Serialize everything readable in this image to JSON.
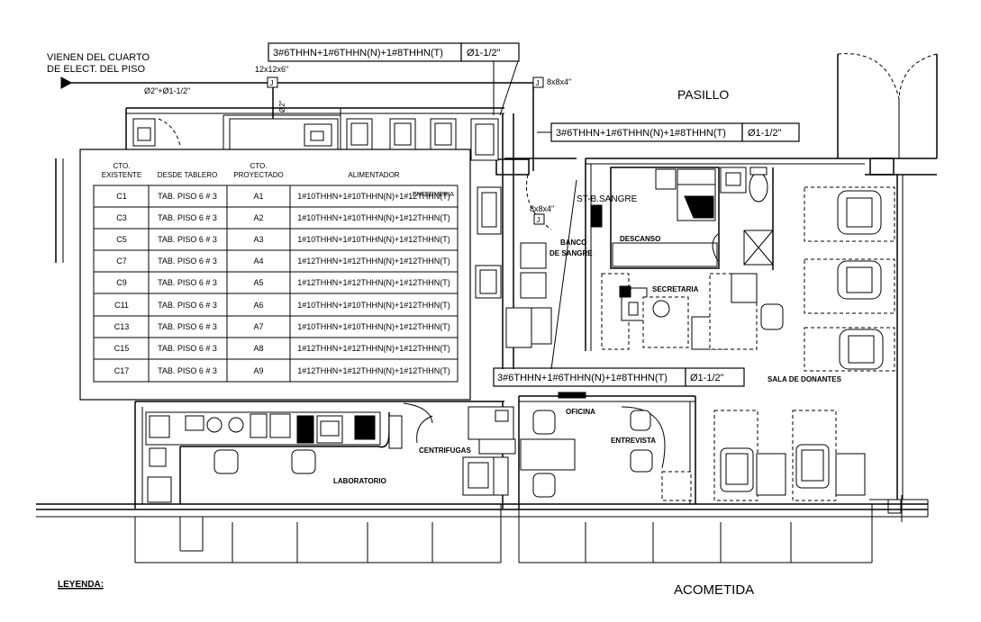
{
  "header": {
    "source_line1": "VIENEN DEL CUARTO",
    "source_line2": "DE ELECT. DEL PISO",
    "junction_size_top": "12x12x6\"",
    "conduit_top": "Ø2\"+Ø1-1/2\"",
    "conduit_vertical": "Ø2\"",
    "junction_size_right": "8x8x4\"",
    "junction_size_mid": "8x8x4\"",
    "junction_letter": "J"
  },
  "callouts": [
    {
      "cable": "3#6THHN+1#6THHN(N)+1#8THHN(T)",
      "conduit": "Ø1-1/2\""
    },
    {
      "cable": "3#6THHN+1#6THHN(N)+1#8THHN(T)",
      "conduit": "Ø1-1/2\""
    },
    {
      "cable": "3#6THHN+1#6THHN(N)+1#8THHN(T)",
      "conduit": "Ø1-1/2\""
    }
  ],
  "rooms": {
    "pasillo": "PASILLO",
    "st_banco": "ST-B.SANGRE",
    "banco_line1": "BANCO",
    "banco_line2": "DE SANGRE",
    "descanso": "DESCANSO",
    "secretaria": "SECRETARIA",
    "sala_donantes": "SALA DE DONANTES",
    "oficina": "OFICINA",
    "entrevista": "ENTREVISTA",
    "centrifugas": "CENTRIFUGAS",
    "laboratorio": "LABORATORIO",
    "enfermeria": "ENFERMERIA"
  },
  "table": {
    "headers": [
      {
        "line1": "CTO.",
        "line2": "EXISTENTE"
      },
      {
        "line1": "DESDE TABLERO",
        "line2": ""
      },
      {
        "line1": "CTO.",
        "line2": "PROYECTADO"
      },
      {
        "line1": "ALIMENTADOR",
        "line2": ""
      }
    ],
    "rows": [
      [
        "C1",
        "TAB. PISO 6 # 3",
        "A1",
        "1#10THHN+1#10THHN(N)+1#12THHN(T)"
      ],
      [
        "C3",
        "TAB. PISO 6 # 3",
        "A2",
        "1#10THHN+1#10THHN(N)+1#12THHN(T)"
      ],
      [
        "C5",
        "TAB. PISO 6 # 3",
        "A3",
        "1#10THHN+1#10THHN(N)+1#12THHN(T)"
      ],
      [
        "C7",
        "TAB. PISO 6 # 3",
        "A4",
        "1#12THHN+1#12THHN(N)+1#12THHN(T)"
      ],
      [
        "C9",
        "TAB. PISO 6 # 3",
        "A5",
        "1#12THHN+1#12THHN(N)+1#12THHN(T)"
      ],
      [
        "C11",
        "TAB. PISO 6 # 3",
        "A6",
        "1#10THHN+1#10THHN(N)+1#12THHN(T)"
      ],
      [
        "C13",
        "TAB. PISO 6 # 3",
        "A7",
        "1#10THHN+1#10THHN(N)+1#12THHN(T)"
      ],
      [
        "C15",
        "TAB. PISO 6 # 3",
        "A8",
        "1#12THHN+1#12THHN(N)+1#12THHN(T)"
      ],
      [
        "C17",
        "TAB. PISO 6 # 3",
        "A9",
        "1#12THHN+1#12THHN(N)+1#12THHN(T)"
      ]
    ]
  },
  "footer": {
    "legend": "LEYENDA:",
    "acometida": "ACOMETIDA"
  }
}
